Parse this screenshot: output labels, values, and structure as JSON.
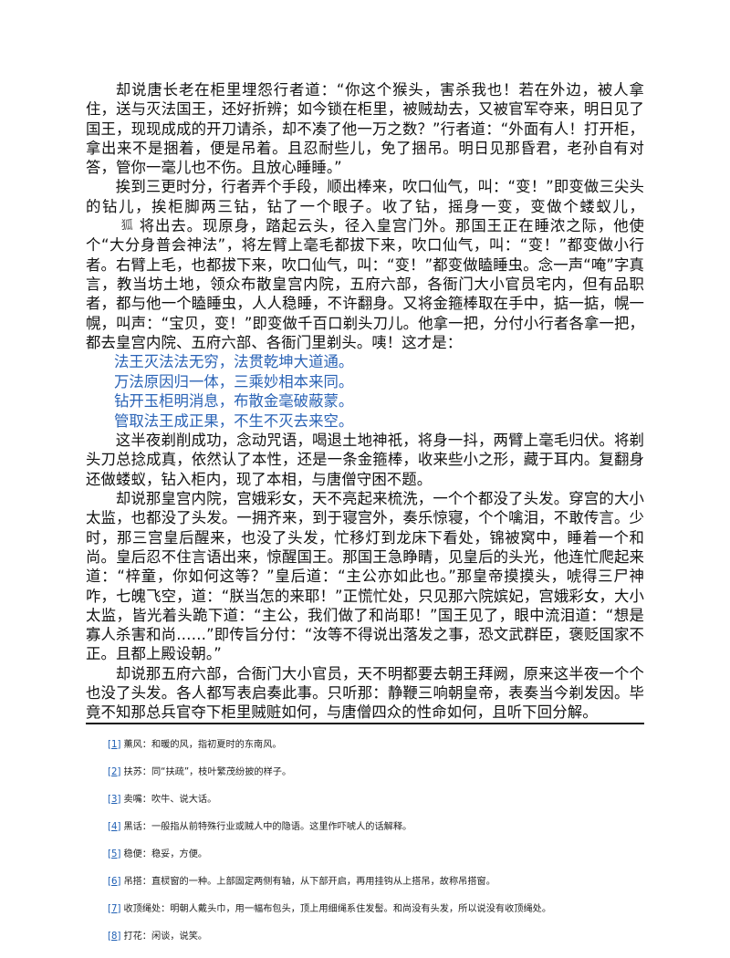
{
  "body": {
    "paragraphs": [
      "却说唐长老在柜里埋怨行者道：“你这个猴头，害杀我也！若在外边，被人拿住，送与灭法国王，还好折辨；如今锁在柜里，被贼劫去，又被官军夺来，明日见了国王，现现成成的开刀请杀，却不凑了他一万之数？”行者道：“外面有人！打开柜，拿出来不是捆着，便是吊着。且忍耐些儿，免了捆吊。明日见那昏君，老孙自有对答，管你一毫儿也不伤。且放心睡睡。”",
      "挨到三更时分，行者弄个手段，顺出棒来，吹口仙气，叫：“变！”即变做三尖头的钻儿，挨柜脚两三钻，钻了一个眼子。收了钻，摇身一变，变做个蝼蚁儿，",
      "将出去。现原身，踏起云头，径入皇宫门外。那国王正在睡浓之际，他使个“大分身普会神法”，将左臂上毫毛都拔下来，吹口仙气，叫：“变！”都变做小行者。右臂上毛，也都拔下来，吹口仙气，叫：“变！”都变做瞌睡虫。念一声“唵”字真言，教当坊土地，领众布散皇宫内院，五府六部，各衙门大小官员宅内，但有品职者，都与他一个瞌睡虫，人人稳睡，不许翻身。又将金箍棒取在手中，掂一掂，幌一幌，叫声：“宝贝，变！”即变做千百口剃头刀儿。他拿一把，分付小行者各拿一把，都去皇宫内院、五府六部、各衙门里剃头。咦！这才是：",
      "这半夜剃削成功，念动咒语，喝退土地神祇，将身一抖，两臂上毫毛归伏。将剃头刀总捻成真，依然认了本性，还是一条金箍棒，收来些小之形，藏于耳内。复翻身还做蝼蚁，钻入柜内，现了本相，与唐僧守困不题。",
      "却说那皇宫内院，宫娥彩女，天不亮起来梳洗，一个个都没了头发。穿宫的大小太监，也都没了头发。一拥齐来，到于寝宫外，奏乐惊寝，个个噙泪，不敢传言。少时，那三宫皇后醒来，也没了头发，忙移灯到龙床下看处，锦被窝中，睡着一个和尚。皇后忍不住言语出来，惊醒国王。那国王急睁睛，见皇后的头光，他连忙爬起来道：“梓童，你如何这等？”皇后道：“主公亦如此也。”那皇帝摸摸头，唬得三尸神咋，七魄飞空，道：“朕当怎的来耶！”正慌忙处，只见那六院嫔妃，宫娥彩女，大小太监，皆光着头跪下道：“主公，我们做了和尚耶！”国王见了，眼中流泪道：“想是寡人杀害和尚……”即传旨分付：“汝等不得说出落发之事，恐文武群臣，褒贬国家不正。且都上殿设朝。”",
      "却说那五府六部，合衙门大小官员，天不明都要去朝王拜阙，原来这半夜一个个也没了头发。各人都写表启奏此事。只听那：静鞭三响朝皇帝，表奏当今剃发因。毕竟不知那总兵官夺下柜里贼赃如何，与唐僧四众的性命如何，且听下回分解。"
    ],
    "inline_char": "狐",
    "poem": [
      "法王灭法法无穷，法贯乾坤大道通。",
      "万法原因归一体，三乘妙相本来同。",
      "钻开玉柜明消息，布散金毫破蔽蒙。",
      "管取法王成正果，不生不灭去来空。"
    ]
  },
  "footnotes": [
    {
      "ref": "[1]",
      "text": "薰风：和暖的风，指初夏时的东南风。"
    },
    {
      "ref": "[2]",
      "text": "扶苏：同“扶疏”，枝叶繁茂纷披的样子。"
    },
    {
      "ref": "[3]",
      "text": "卖嘴：吹牛、说大话。"
    },
    {
      "ref": "[4]",
      "text": "黑话：一般指从前特殊行业或贼人中的隐语。这里作吓唬人的话解释。"
    },
    {
      "ref": "[5]",
      "text": "稳便：稳妥，方便。"
    },
    {
      "ref": "[6]",
      "text": "吊搭：直棂窗的一种。上部固定两侧有轴，从下部开启，再用挂钩从上搭吊，故称吊搭窗。"
    },
    {
      "ref": "[7]",
      "text": "收顶绳处：明朝人戴头巾，用一幅布包头，顶上用细绳系住发髻。和尚没有头发，所以说没有收顶绳处。"
    },
    {
      "ref": "[8]",
      "text": "打花：闲谈，说笑。"
    }
  ],
  "colors": {
    "poem": "#2a63b6",
    "link": "#1f5fb4"
  }
}
